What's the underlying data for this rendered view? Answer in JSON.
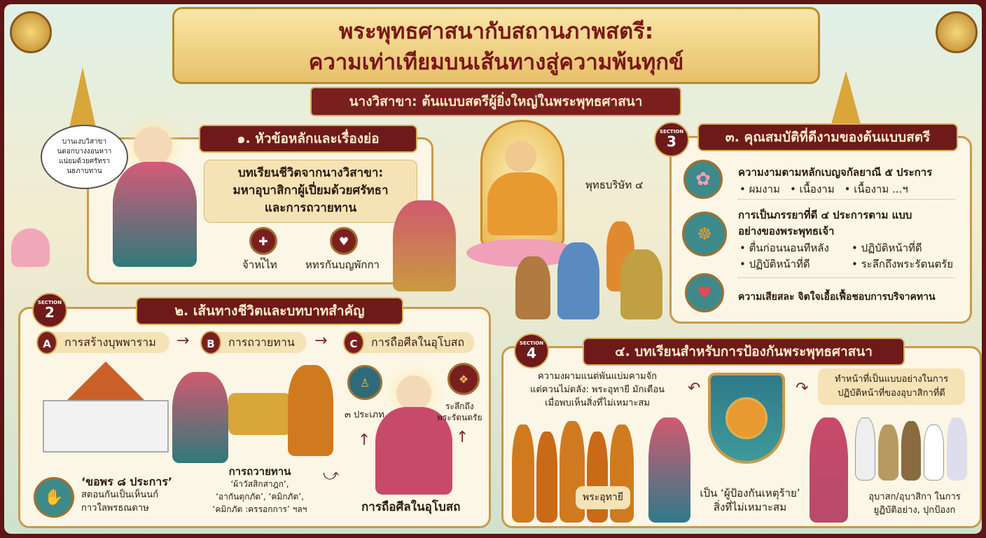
{
  "header": {
    "title_line1": "พระพุทธศาสนากับสถานภาพสตรี:",
    "title_line2": "ความเท่าเทียมบนเส้นทางสู่ความพ้นทุกข์",
    "subtitle": "นางวิสาขา: ต้นแบบสตรีผู้ยิ่งใหญ่ในพระพุทธศาสนา"
  },
  "speech_bubble": [
    "บานเงบวิสาขา",
    "นดอกบางงอนหาา",
    "แน่ยมด้วยศรัทรา",
    "นธภาบทาน"
  ],
  "section1": {
    "title": "๑. หัวข้อหลักและเรื่องย่อ",
    "callout": [
      "บทเรียนชีวิตจากนางวิสาขา:",
      "มหาอุบาสิกาผู้เปี่ยมด้วยศรัทธา",
      "และการถวายทาน"
    ],
    "icons": [
      {
        "icon": "caring-hands-icon",
        "label": "จ้าหเ๊ไท"
      },
      {
        "icon": "heart-hands-icon",
        "label": "หทรกันบญพักกา"
      }
    ]
  },
  "center": {
    "label": "พุทธบริษัท ๔"
  },
  "section2": {
    "badge_label": "SECTION",
    "badge_num": "2",
    "title": "๒. เส้นทางชีวิตและบทบาทสำคัญ",
    "steps": [
      {
        "letter": "A",
        "label": "การสร้างบุพพาราม"
      },
      {
        "letter": "B",
        "label": "การถวายทาน"
      },
      {
        "letter": "C",
        "label": "การถือศีลในอุโบสถ"
      }
    ],
    "boons": {
      "title": "‘ขอพร ๘ ประการ’",
      "lines": [
        "สตอนกันเป็นเห็นนก์",
        "กาวใลพรธณดาษ"
      ]
    },
    "offering": {
      "title": "การถวายทาน",
      "lines": [
        "‘ผ้าวัสสิกสาฎก’,",
        "‘อากันตุกภัต’, ‘คมิกภัต’,",
        "‘คมิกภัต :ครรอกการ’ ฯลฯ"
      ]
    },
    "precepts": {
      "types": "๓ ประเภท",
      "recall": [
        "ระลึกถึง",
        "พระรัตนตรัย"
      ],
      "caption": "การถือศีลในอุโบสถ"
    }
  },
  "section3": {
    "badge_label": "SECTION",
    "badge_num": "3",
    "title": "๓. คุณสมบัติที่ดีงามของต้นแบบสตรี",
    "items": [
      {
        "icon": "lotus-icon",
        "title": "ความงามตามหลักเบญจกัลยาณี ๕ ประการ",
        "bullets": [
          "ผมงาม",
          "เนื้องาม",
          "เนื้องาม ...ฯ"
        ]
      },
      {
        "icon": "family-icon",
        "title": "การเป็นภรรยาที่ดี ๔ ประการตาม แบบอย่างของพระพุทธเจ้า",
        "bullets": [
          "ตื่นก่อนนอนทีหลัง",
          "ปฏิบัติหน้าที่ดี",
          "ปฏิบัติหน้าที่ดี",
          "ระลึกถึงพระรัตนตรัย"
        ]
      },
      {
        "icon": "heart-in-hand-icon",
        "title": "ความเสียสละ จิตใจเอื้อเฟื้อชอบการบริจาคทาน",
        "bullets": []
      }
    ]
  },
  "section4": {
    "badge_label": "SECTION",
    "badge_num": "4",
    "title": "๔. บทเรียนสำหรับการป้องกันพระพุทธศาสนา",
    "left_text": [
      "ความงผามแนต่พันแบ่มคามจัก",
      "แต่ควนไม่ตลัง: พระอุทายี มักเตือน",
      "เมื่อพบเห็นสิ่งที่ไม่เหมาะสม"
    ],
    "right_callout": [
      "ทำหน้าที่เป็นแบบอย่างในการ",
      "ปฏิบัติหน้าที่ของอุบาสิกาที่ดี"
    ],
    "monk_label": "พระอุทายี",
    "guardian": [
      "เป็น ‘ผู้ป้องกันเหตุร้าย’",
      "สิ่งที่ไม่เหมาะสม"
    ],
    "laity": [
      "อุบาสก/อุบาสิกา ในการ",
      "ยูฏิบัติอย่าง, ปุกป้องก"
    ]
  }
}
